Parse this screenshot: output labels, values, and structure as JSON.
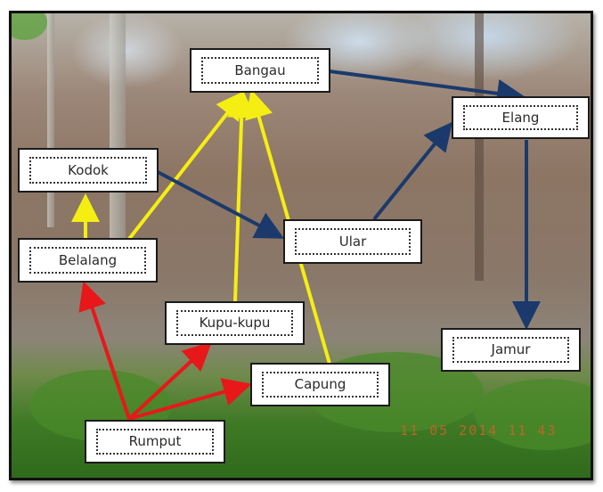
{
  "diagram": {
    "type": "food-web",
    "nodes": {
      "bangau": "Bangau",
      "elang": "Elang",
      "kodok": "Kodok",
      "ular": "Ular",
      "belalang": "Belalang",
      "kupu_kupu": "Kupu-kupu",
      "capung": "Capung",
      "jamur": "Jamur",
      "rumput": "Rumput"
    },
    "edges": [
      {
        "from": "Rumput",
        "to": "Belalang",
        "color": "#e8171a"
      },
      {
        "from": "Rumput",
        "to": "Kupu-kupu",
        "color": "#e8171a"
      },
      {
        "from": "Rumput",
        "to": "Capung",
        "color": "#e8171a"
      },
      {
        "from": "Belalang",
        "to": "Kodok",
        "color": "#f5ee12"
      },
      {
        "from": "Belalang",
        "to": "Bangau",
        "color": "#f5ee12"
      },
      {
        "from": "Kupu-kupu",
        "to": "Bangau",
        "color": "#f5ee12"
      },
      {
        "from": "Capung",
        "to": "Bangau",
        "color": "#f5ee12"
      },
      {
        "from": "Kodok",
        "to": "Ular",
        "color": "#1b3a6b"
      },
      {
        "from": "Ular",
        "to": "Elang",
        "color": "#1b3a6b"
      },
      {
        "from": "Bangau",
        "to": "Elang",
        "color": "#1b3a6b"
      },
      {
        "from": "Elang",
        "to": "Jamur",
        "color": "#1b3a6b"
      }
    ],
    "photo_timestamp": "11 05 2014 11 43"
  }
}
